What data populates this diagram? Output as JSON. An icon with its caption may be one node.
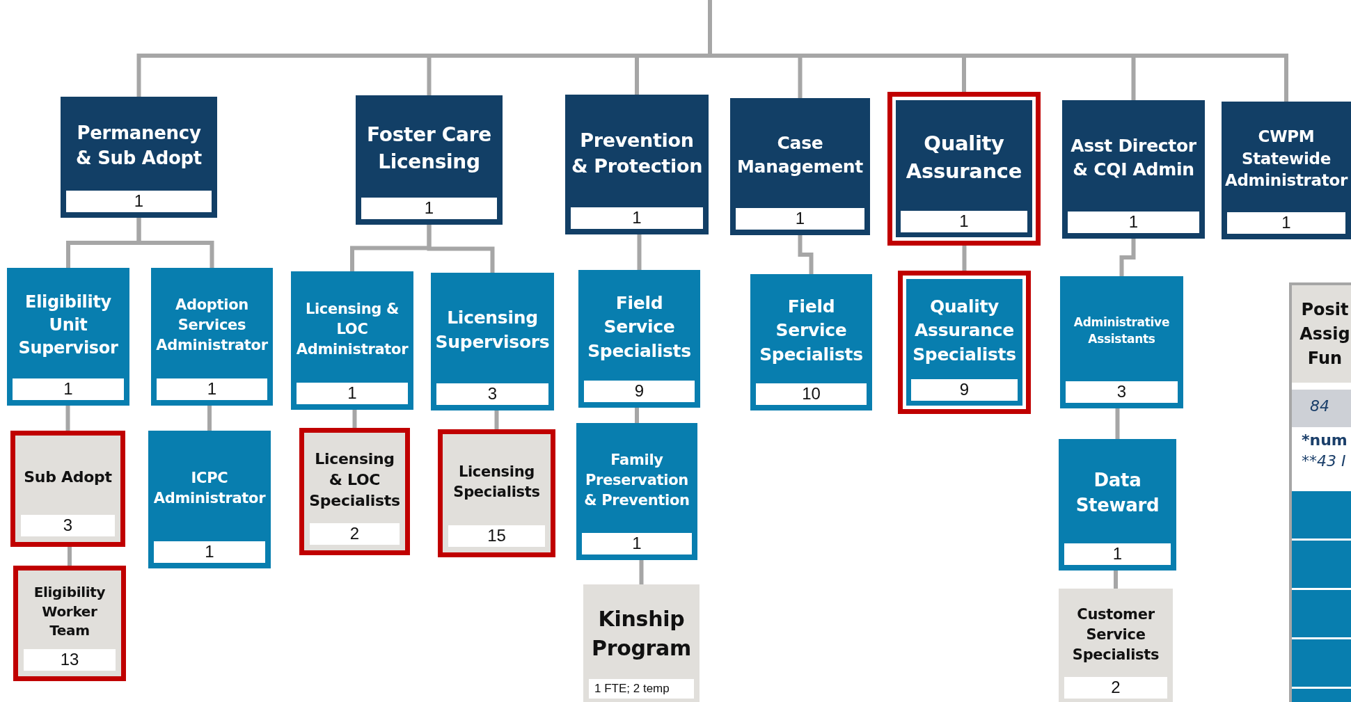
{
  "diagram": {
    "nodes": [
      {
        "text": [
          "Permanency & Sub Adopt",
          "1"
        ]
      },
      {
        "text": [
          "Foster Care Licensing",
          "1"
        ]
      },
      {
        "text": [
          "Prevention & Protection",
          "1"
        ]
      },
      {
        "text": [
          "Case Management",
          "1"
        ]
      },
      {
        "text": [
          "Quality Assurance",
          "1"
        ]
      },
      {
        "text": [
          "Asst Director & CQI Admin",
          "1"
        ]
      },
      {
        "text": [
          "CWPM Statewide Administrator",
          "1"
        ]
      },
      {
        "text": [
          "Eligibility Unit Supervisor",
          "1"
        ]
      },
      {
        "text": [
          "Adoption Services Administrator",
          "1"
        ]
      },
      {
        "text": [
          "Licensing & LOC Administrator",
          "1"
        ]
      },
      {
        "text": [
          "Licensing Supervisors",
          "3"
        ]
      },
      {
        "text": [
          "Field Service Specialists",
          "9"
        ]
      },
      {
        "text": [
          "Field Service Specialists",
          "10"
        ]
      },
      {
        "text": [
          "Quality Assurance Specialists",
          "9"
        ]
      },
      {
        "text": [
          "Administrative Assistants",
          "3"
        ]
      },
      {
        "text": [
          "Sub Adopt",
          "3"
        ]
      },
      {
        "text": [
          "ICPC Administrator",
          "1"
        ]
      },
      {
        "text": [
          "Licensing & LOC Specialists",
          "2"
        ]
      },
      {
        "text": [
          "Licensing Specialists",
          "15"
        ]
      },
      {
        "text": [
          "Family Preservation & Prevention",
          "1"
        ]
      },
      {
        "text": [
          "Data Steward",
          "1"
        ]
      },
      {
        "text": [
          "Eligibility Worker Team",
          "13"
        ]
      },
      {
        "text": [
          "Kinship Program",
          "1 FTE; 2 temp"
        ]
      },
      {
        "text": [
          "Customer Service Specialists",
          "2"
        ]
      }
    ],
    "edges": [
      {
        "from": null,
        "to": 0,
        "arrow": "none"
      },
      {
        "from": null,
        "to": 1,
        "arrow": "none"
      },
      {
        "from": null,
        "to": 2,
        "arrow": "none"
      },
      {
        "from": null,
        "to": 3,
        "arrow": "none"
      },
      {
        "from": null,
        "to": 4,
        "arrow": "none"
      },
      {
        "from": null,
        "to": 5,
        "arrow": "none"
      },
      {
        "from": null,
        "to": 6,
        "arrow": "none"
      },
      {
        "from": 0,
        "to": 7,
        "arrow": "none"
      },
      {
        "from": 0,
        "to": 8,
        "arrow": "none"
      },
      {
        "from": 1,
        "to": 9,
        "arrow": "none"
      },
      {
        "from": 1,
        "to": 10,
        "arrow": "none"
      },
      {
        "from": 2,
        "to": 11,
        "arrow": "none"
      },
      {
        "from": 3,
        "to": 12,
        "arrow": "none"
      },
      {
        "from": 4,
        "to": 13,
        "arrow": "none"
      },
      {
        "from": 5,
        "to": 14,
        "arrow": "none"
      },
      {
        "from": 7,
        "to": 15,
        "arrow": "none"
      },
      {
        "from": 8,
        "to": 16,
        "arrow": "none"
      },
      {
        "from": 9,
        "to": 17,
        "arrow": "none"
      },
      {
        "from": 10,
        "to": 18,
        "arrow": "none"
      },
      {
        "from": 11,
        "to": 19,
        "arrow": "none"
      },
      {
        "from": 14,
        "to": 20,
        "arrow": "none"
      },
      {
        "from": 15,
        "to": 21,
        "arrow": "none"
      },
      {
        "from": 19,
        "to": 22,
        "arrow": "none"
      },
      {
        "from": 20,
        "to": 23,
        "arrow": "none"
      }
    ],
    "labels": [
      "Posit Assig Fun",
      "84",
      "*num",
      "**43 I"
    ]
  }
}
